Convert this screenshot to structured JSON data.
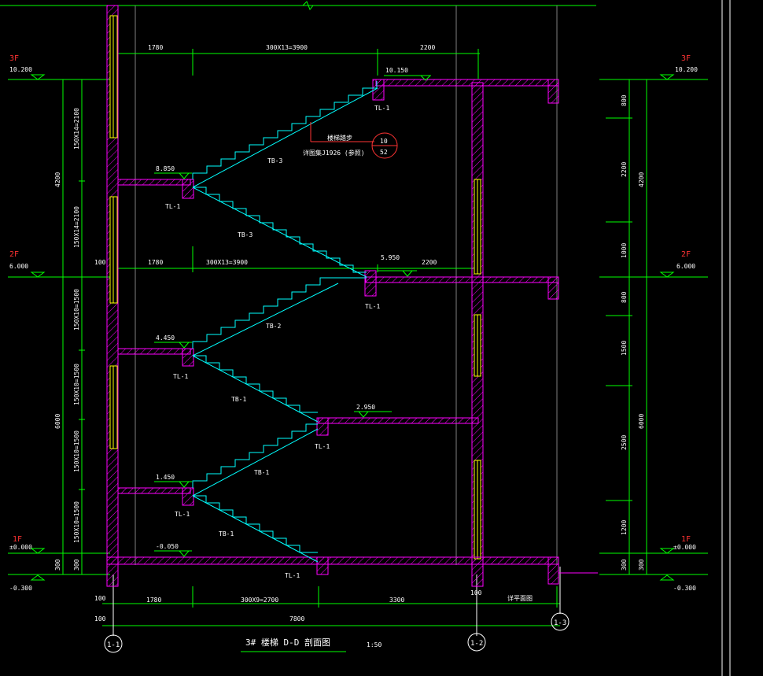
{
  "colors": {
    "background": "#000000",
    "dimension": "#00ff00",
    "wall": "#ff00ff",
    "stair": "#00ffff",
    "window": "#ffff00",
    "level_red": "#ff3333",
    "text": "#ffffff",
    "grid_line": "#808080"
  },
  "title": {
    "main": "3# 楼梯   D-D 剖面图",
    "scale": "1:50"
  },
  "axes": {
    "a1": "1-1",
    "a2": "1-2",
    "a3": "1-3"
  },
  "floors": {
    "f3": {
      "name": "3F",
      "elev": "10.200"
    },
    "f2": {
      "name": "2F",
      "elev": "6.000"
    },
    "f1": {
      "name": "1F",
      "elev": "±0.000"
    },
    "ground": {
      "elev": "-0.300"
    }
  },
  "levels": {
    "l10150": "10.150",
    "l8850": "8.850",
    "l5950": "5.950",
    "l4450": "4.450",
    "l2950": "2.950",
    "l1450": "1.450",
    "lm050": "-0.050"
  },
  "top_dims": {
    "d1": "1780",
    "d2": "300X13=3900",
    "d3": "2200"
  },
  "mid_dims": {
    "d0": "100",
    "d1": "1780",
    "d2": "300X13=3900",
    "d3": "2200"
  },
  "bottom_dims": {
    "d0": "100",
    "d1": "1780",
    "d2": "300X9=2700",
    "d3": "3300",
    "d4": "100",
    "d5": "详平面图",
    "total_label": "100",
    "total": "7800",
    "start": "100"
  },
  "left_dims": {
    "h1": "150X14=2100",
    "h2": "150X14=2100",
    "h3": "150X10=1500",
    "h4": "150X10=1500",
    "h5": "150X10=1500",
    "h6": "150X10=1500",
    "total_upper": "4200",
    "total_lower": "6000",
    "base1": "300",
    "base2": "300"
  },
  "right_dims": {
    "r1": "800",
    "r2": "2200",
    "r3": "1000",
    "r4": "800",
    "r5": "1500",
    "r6": "2500",
    "r7": "1200",
    "r8": "300",
    "total_upper": "4200",
    "total_lower": "6000",
    "base": "300"
  },
  "labels": {
    "tb3a": "TB-3",
    "tb3b": "TB-3",
    "tb2": "TB-2",
    "tb1a": "TB-1",
    "tb1b": "TB-1",
    "tb1c": "TB-1",
    "tl_top": "TL-1",
    "tl_8850": "TL-1",
    "tl_mid": "TL-1",
    "tl_4450": "TL-1",
    "tl_2950": "TL-1",
    "tl_1450": "TL-1",
    "tl_base": "TL-1"
  },
  "callout": {
    "text1": "楼梯踏步",
    "text2": "详图集J1926 (参照)",
    "num_top": "10",
    "num_bottom": "52"
  }
}
